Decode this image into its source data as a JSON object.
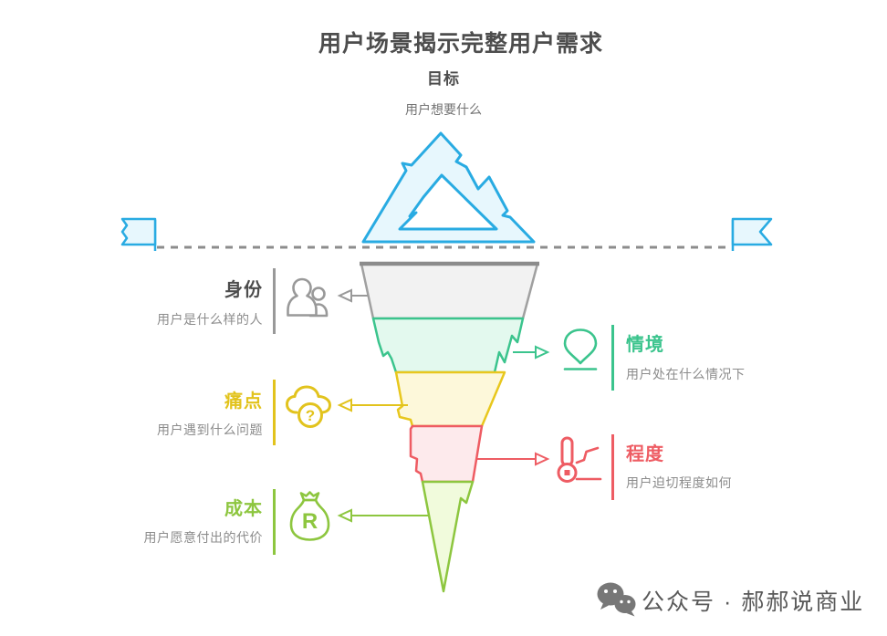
{
  "header": {
    "title": "用户场景揭示完整用户需求",
    "subtitle": "目标",
    "caption": "用户想要什么"
  },
  "panels": [
    {
      "key": "identity",
      "title": "身份",
      "desc": "用户是什么样的人",
      "side": "left",
      "accent": "#999999",
      "icon": "people-icon"
    },
    {
      "key": "context",
      "title": "情境",
      "desc": "用户处在什么情况下",
      "side": "right",
      "accent": "#3bc48d",
      "icon": "location-pin-icon"
    },
    {
      "key": "pain-point",
      "title": "痛点",
      "desc": "用户遇到什么问题",
      "side": "left",
      "accent": "#e2c31d",
      "icon": "cloud-question-icon"
    },
    {
      "key": "degree",
      "title": "程度",
      "desc": "用户迫切程度如何",
      "side": "right",
      "accent": "#ee5c63",
      "icon": "thermometer-icon"
    },
    {
      "key": "cost",
      "title": "成本",
      "desc": "用户愿意付出的代价",
      "side": "left",
      "accent": "#8dc63f",
      "icon": "money-bag-icon"
    }
  ],
  "funnel_layers": [
    {
      "label": "身份",
      "fill": "#f2f2f2",
      "stroke": "#a0a0a0"
    },
    {
      "label": "情境",
      "fill": "#e3f9ee",
      "stroke": "#3bc48d"
    },
    {
      "label": "痛点",
      "fill": "#fdf8da",
      "stroke": "#e8c71d"
    },
    {
      "label": "程度",
      "fill": "#fdeaec",
      "stroke": "#ee5c63"
    },
    {
      "label": "成本",
      "fill": "#f1fbdc",
      "stroke": "#8dc63f"
    }
  ],
  "icon_glyphs": {
    "cloud_question": "?",
    "money_bag": "R"
  },
  "iceberg": {
    "fill": "#e7f7fd",
    "stroke": "#29abe2",
    "waterline_color": "#8c8c8c"
  },
  "footer": {
    "label": "公众号 · 郝郝说商业"
  }
}
